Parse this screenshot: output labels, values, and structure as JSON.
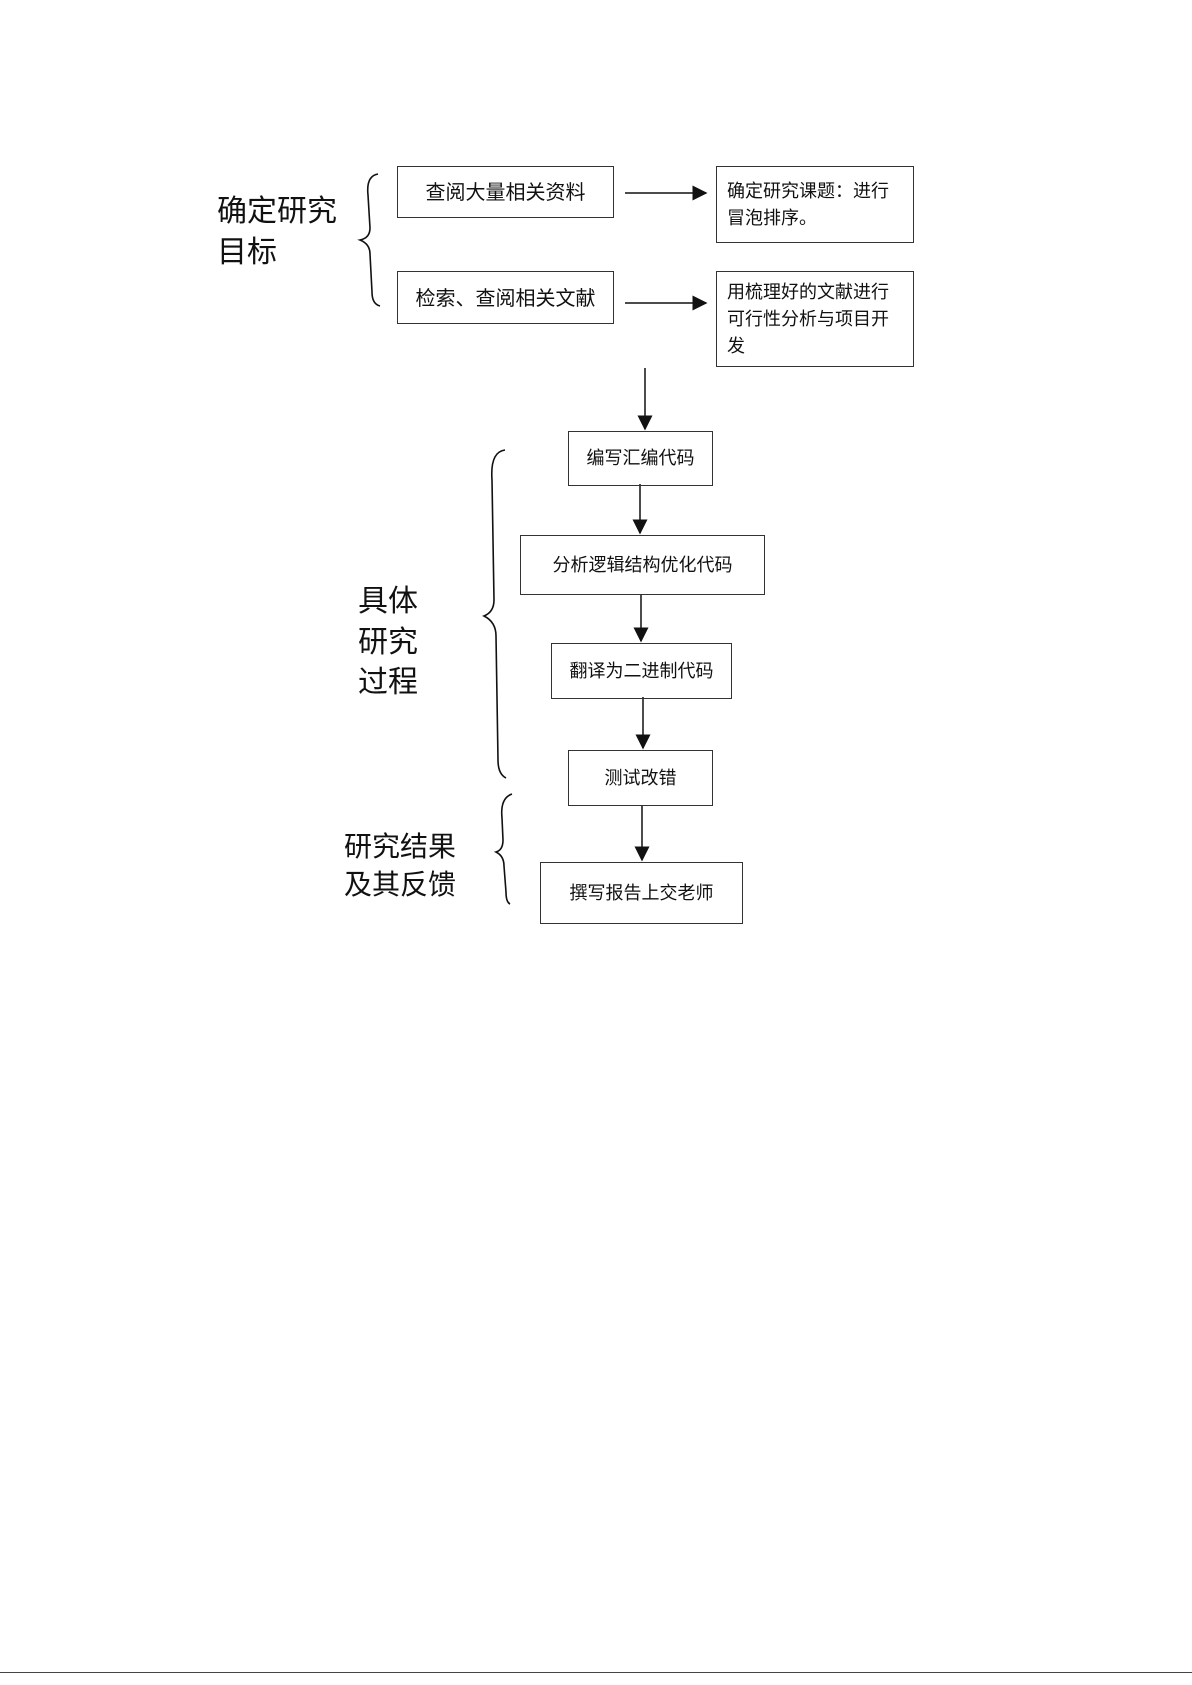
{
  "sections": {
    "goal": "确定研究目标",
    "process": "具体研究过程",
    "result": "研究结果及其反馈"
  },
  "nodes": {
    "read_materials": "查阅大量相关资料",
    "search_literature": "检索、查阅相关文献",
    "topic": "确定研究课题：进行冒泡排序。",
    "analysis": "用梳理好的文献进行可行性分析与项目开发",
    "write_asm": "编写汇编代码",
    "optimize": "分析逻辑结构优化代码",
    "translate": "翻译为二进制代码",
    "test": "测试改错",
    "report": "撰写报告上交老师"
  }
}
